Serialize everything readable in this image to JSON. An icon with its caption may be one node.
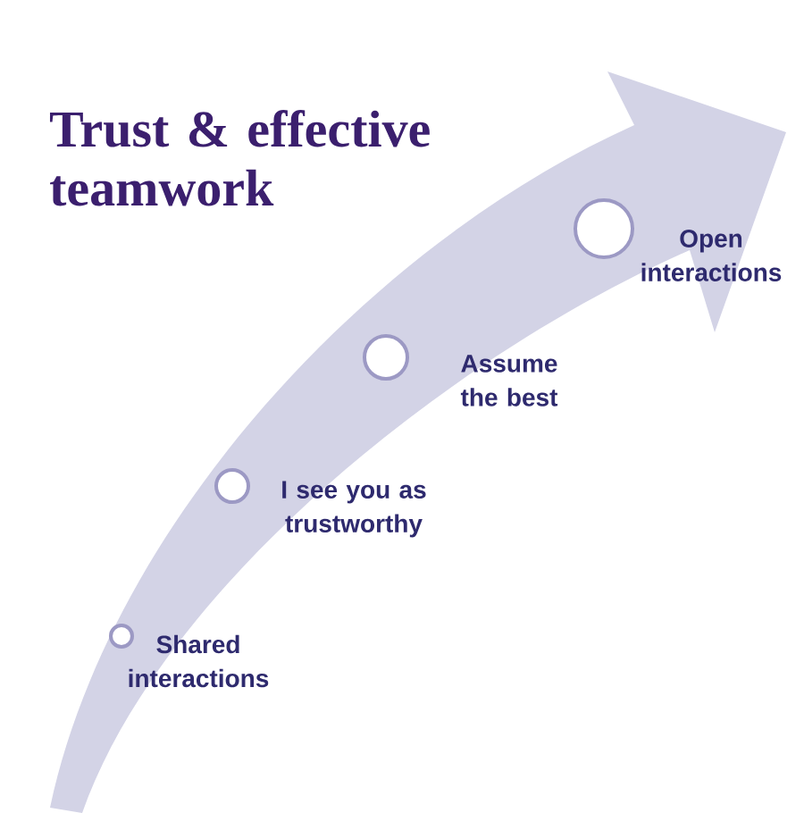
{
  "diagram": {
    "title": "Trust & effective teamwork",
    "nodes": [
      {
        "text": [],
        "shape": "circle",
        "beside": [
          "Shared interactions"
        ]
      },
      {
        "text": [],
        "shape": "circle",
        "beside": [
          "I see you as trustworthy"
        ]
      },
      {
        "text": [],
        "shape": "circle",
        "beside": [
          "Assume the best"
        ]
      },
      {
        "text": [],
        "shape": "circle",
        "beside": [
          "Open interactions"
        ]
      }
    ]
  }
}
